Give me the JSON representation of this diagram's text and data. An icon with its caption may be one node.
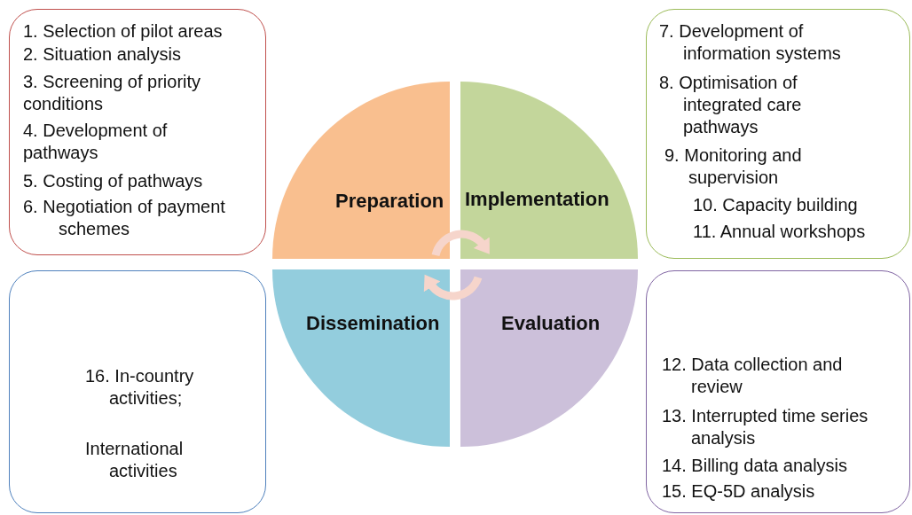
{
  "diagram": {
    "nodes": [
      {
        "text": [
          "1. Selection of pilot areas",
          "2. Situation analysis",
          "3. Screening of priority conditions",
          "4. Development of pathways",
          "5. Costing of pathways",
          "6. Negotiation of payment schemes"
        ]
      },
      {
        "text": [
          "7. Development of information systems",
          "8. Optimisation of integrated care pathways",
          "9. Monitoring and supervision",
          "10. Capacity building",
          "11. Annual workshops"
        ]
      },
      {
        "text": [
          "Preparation"
        ]
      },
      {
        "text": [
          "Implementation"
        ]
      },
      {
        "text": [
          "Dissemination"
        ]
      },
      {
        "text": [
          "Evaluation"
        ]
      },
      {
        "text": [
          "16. In-country activities;",
          "International activities"
        ]
      },
      {
        "text": [
          "12. Data collection and review",
          "13. Interrupted time series analysis",
          "14. Billing data analysis",
          "15. EQ-5D analysis"
        ]
      }
    ],
    "edges": [
      {
        "from": 2,
        "to": 3,
        "arrow": "to"
      },
      {
        "from": 5,
        "to": 4,
        "arrow": "to"
      }
    ]
  }
}
